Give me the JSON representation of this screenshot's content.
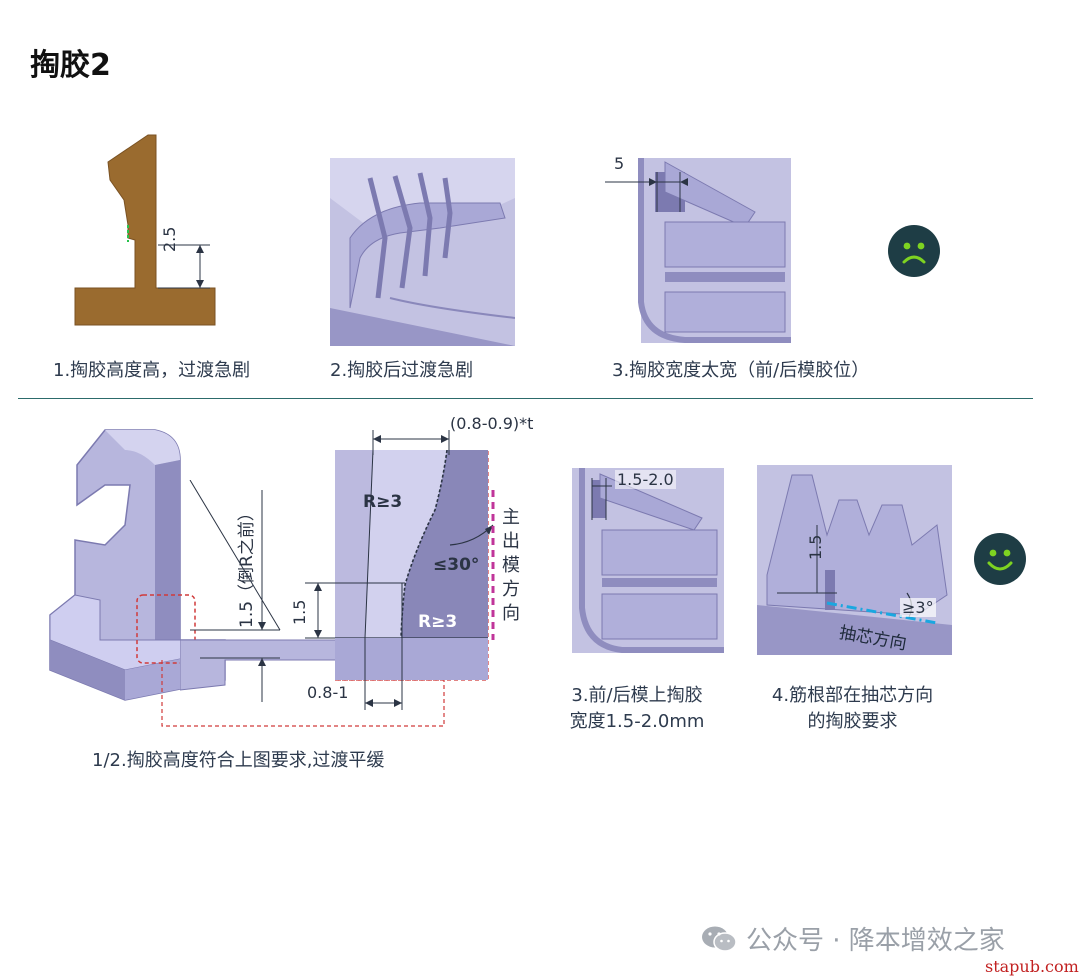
{
  "page": {
    "title": "掏胶2"
  },
  "bad": {
    "captions": [
      "1.掏胶高度高，过渡急剧",
      "2.掏胶后过渡急剧",
      "3.掏胶宽度太宽（前/后模胶位）"
    ],
    "dims": {
      "fig1_height": "2.5",
      "fig3_width": "5"
    },
    "face_icon": "sad-face-icon",
    "face_color": "#1e3d45"
  },
  "good": {
    "fig1": {
      "height_label": "1.5（倒R之前）"
    },
    "fig2": {
      "top_dim": "(0.8-0.9)*t",
      "r_top": "R≥3",
      "r_bottom": "R≥3",
      "angle": "≤30°",
      "left_dim": "1.5",
      "bottom_dim": "0.8-1",
      "direction_chars": [
        "主",
        "出",
        "模",
        "方",
        "向"
      ]
    },
    "fig3": {
      "width_dim": "1.5-2.0",
      "caption_lines": [
        "3.前/后模上掏胶",
        "宽度1.5-2.0mm"
      ]
    },
    "fig4": {
      "height_dim": "1.5",
      "angle": "≥3°",
      "direction": "抽芯方向",
      "caption_lines": [
        "4.筋根部在抽芯方向",
        "的掏胶要求"
      ]
    },
    "caption_12": "1/2.掏胶高度符合上图要求,过渡平缓",
    "face_icon": "smile-face-icon",
    "face_color": "#1e3d45",
    "face_feature_color": "#7ed321"
  },
  "footer": {
    "account": "公众号 · 降本增效之家",
    "watermark": "stapub.com"
  },
  "colors": {
    "brown": "#9a6b2f",
    "part_lavender": "#b7b6dd",
    "part_shadow": "#8f8dbf",
    "divider": "#2c6b6b",
    "magenta": "#c0359a",
    "cyan": "#1aa7e0"
  }
}
